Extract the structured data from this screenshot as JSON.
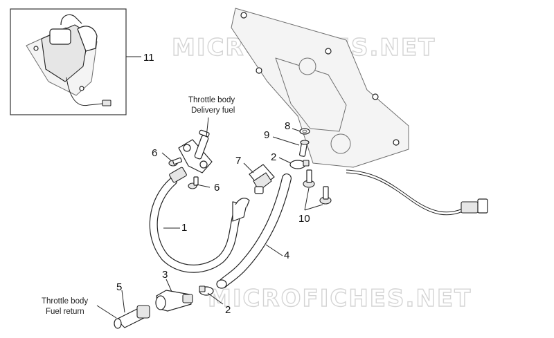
{
  "watermarks": [
    "MICROFICHES.NET",
    "MICROFICHES.NET"
  ],
  "callouts": {
    "c1": "1",
    "c2a": "2",
    "c2b": "2",
    "c3": "3",
    "c4": "4",
    "c5": "5",
    "c6a": "6",
    "c6b": "6",
    "c7": "7",
    "c8": "8",
    "c9": "9",
    "c10": "10",
    "c11": "11"
  },
  "notes": {
    "delivery_line1": "Throttle body",
    "delivery_line2": "Delivery fuel",
    "return_line1": "Throttle body",
    "return_line2": "Fuel return"
  }
}
